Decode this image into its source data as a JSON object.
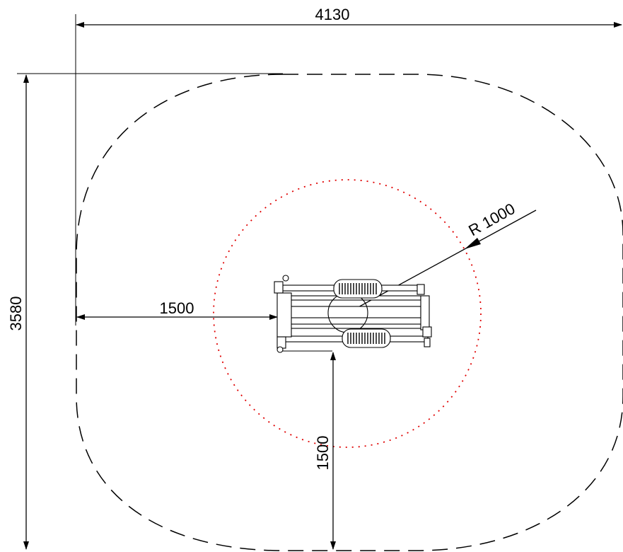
{
  "dimensions": {
    "total_width": "4130",
    "total_height": "3580",
    "left_clearance": "1500",
    "bottom_clearance": "1500",
    "radius": "R 1000"
  },
  "colors": {
    "safety_zone": "#000000",
    "user_space_circle": "#e00000",
    "lines": "#000000"
  },
  "elements": {
    "safety_zone_outline": "dashed rounded rectangle",
    "user_space": "red dotted circle",
    "equipment": "top-view exercise equipment"
  }
}
